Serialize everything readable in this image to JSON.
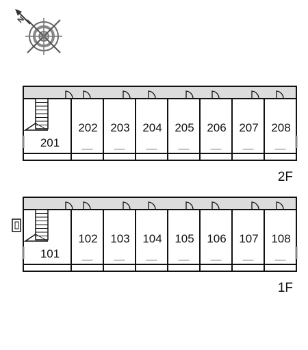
{
  "compass": {
    "north_label": "N",
    "icon": "compass-icon"
  },
  "floors": [
    {
      "id": "2F",
      "label": "2F",
      "rooms": [
        "201",
        "202",
        "203",
        "204",
        "205",
        "206",
        "207",
        "208"
      ]
    },
    {
      "id": "1F",
      "label": "1F",
      "rooms": [
        "101",
        "102",
        "103",
        "104",
        "105",
        "106",
        "107",
        "108"
      ]
    }
  ],
  "colors": {
    "corridor": "#dcdcdc",
    "wall": "#111111",
    "background": "#ffffff"
  }
}
